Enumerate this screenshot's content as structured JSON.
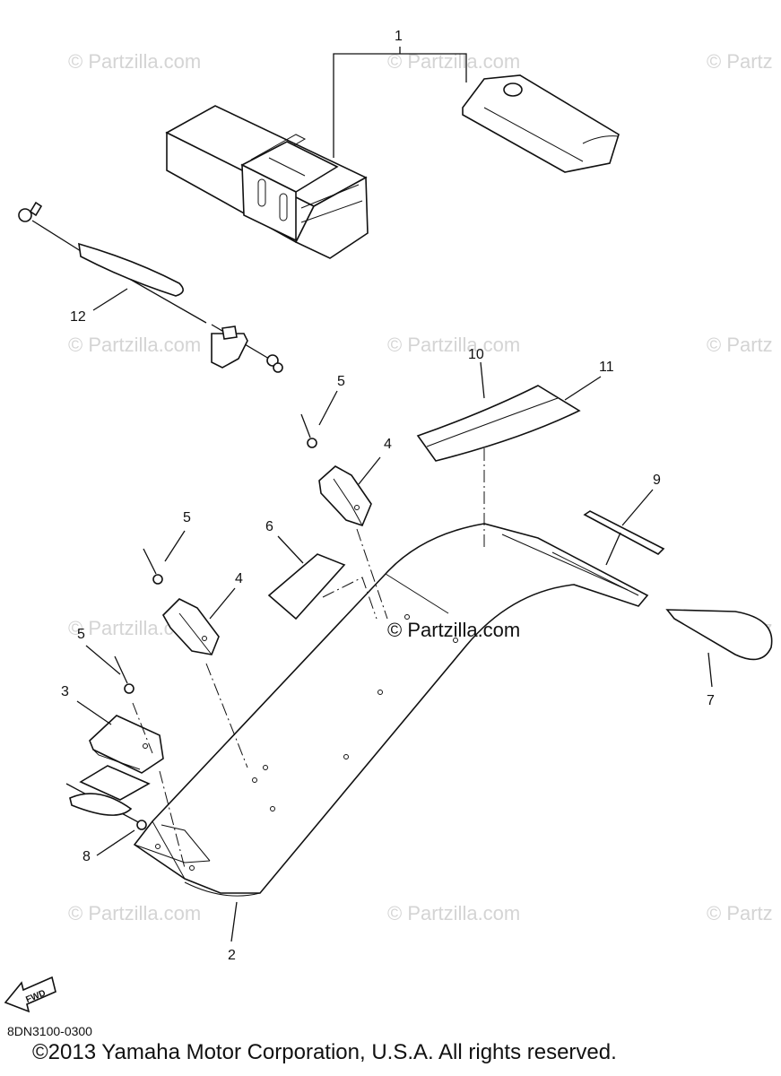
{
  "watermarks": {
    "text": "© Partzilla.com",
    "partial": "© Partz",
    "center": "© Partzilla.com"
  },
  "callouts": {
    "c1": "1",
    "c2": "2",
    "c3": "3",
    "c4a": "4",
    "c4b": "4",
    "c5a": "5",
    "c5b": "5",
    "c5c": "5",
    "c6": "6",
    "c7": "7",
    "c8": "8",
    "c9": "9",
    "c10": "10",
    "c11": "11",
    "c12": "12"
  },
  "fwd_label": "FWD",
  "diagram_code": "8DN3100-0300",
  "copyright": "©2013 Yamaha Motor Corporation, U.S.A. All rights reserved."
}
